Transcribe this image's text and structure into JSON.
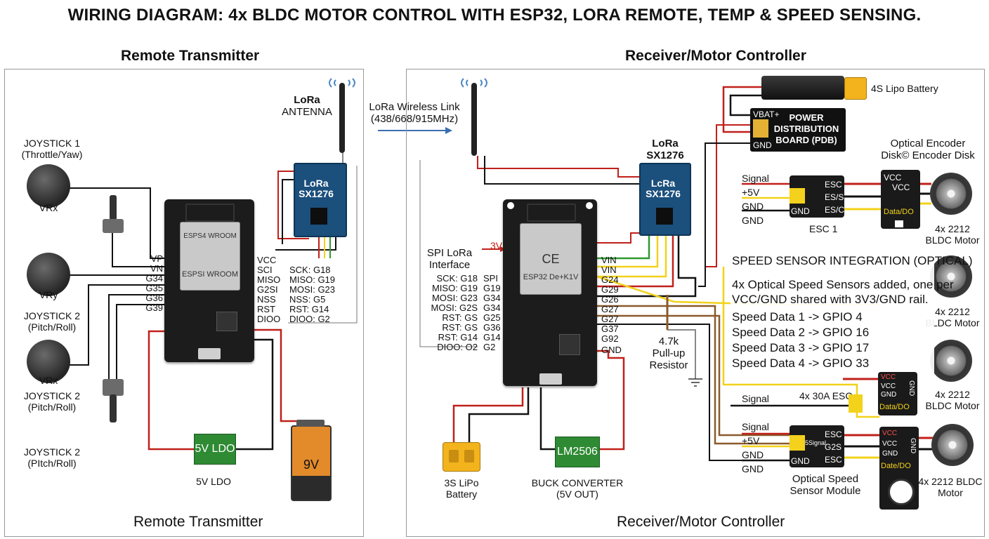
{
  "title": "WIRING DIAGRAM: 4x BLDC MOTOR CONTROL WITH ESP32, LORA REMOTE, TEMP & SPEED SENSING.",
  "remote": {
    "heading": "Remote Transmitter",
    "footer": "Remote Transmitter",
    "joy1_label": "JOYSTICK 1",
    "joy1_sub": "(Throttle/Yaw)",
    "joy1_axis": "VRx",
    "joy2_axis": "VRy",
    "joy2_label": "JOYSTICK 2",
    "joy2_sub": "(Pitch/Roll)",
    "joy3_axis": "VRx",
    "joy3_label": "JOYSTICK 2",
    "joy3_sub": "(Pitch/Roll)",
    "joy4_label": "JOYSTICK 2",
    "joy4_sub": "(PItch/Roll)",
    "esp_shield_top": "ESPS4 WROOM",
    "esp_shield_main": "ESPSI WROOM",
    "esp_pins": [
      "VP",
      "VN",
      "G34",
      "G35",
      "G36",
      "G39"
    ],
    "lora_pins": [
      "VCC",
      "SCI",
      "MISO",
      "G2SI",
      "NSS",
      "RST",
      "DIOO"
    ],
    "spi_map": [
      "SCK: G18",
      "MISO: G19",
      "MOSI: G23",
      "NSS: G5",
      "RST: G14",
      "DIOO: G2"
    ],
    "antenna_title": "LoRa",
    "antenna_sub": "ANTENNA",
    "lora_module": "LoRa SX1276",
    "ldo_box": "5V LDO",
    "ldo_label": "5V LDO",
    "battery": "9V"
  },
  "link": {
    "label": "LoRa Wireless Link",
    "freq": "(438/668/915MHz)"
  },
  "receiver": {
    "heading": "Receiver/Motor Controller",
    "footer": "Receiver/Motor Controller",
    "lora_title": "LoRa",
    "lora_sub": "SX1276",
    "lora_module": "LcRa SX1276",
    "esp_shield_main": "ESP32 De+K1V",
    "spi_title": "SPI LoRa",
    "spi_sub": "Interface",
    "spi_header": "SPI",
    "spi_map": [
      "SCK: G18",
      "MISO: G19",
      "MOSI: G23",
      "MOSI: G2S",
      "RST: GS",
      "RST: GS",
      "RST: G14",
      "DIOO: O2"
    ],
    "spi_pins": [
      "G19",
      "G34",
      "G34",
      "G25",
      "G36",
      "G14",
      "G2"
    ],
    "esp_right_pins": [
      "VIN",
      "VIN",
      "G24",
      "G29",
      "G26",
      "G27",
      "G27",
      "G37",
      "G92"
    ],
    "gnd_pin": "GND",
    "v_label": "3V",
    "lipo3s": "3S LiPo",
    "lipo3s_sub": "Battery",
    "buck_box": "LM2506",
    "buck_label": "BUCK CONVERTER",
    "buck_sub": "(5V OUT)",
    "resistor_value": "4.7k",
    "resistor_label": "Pull-up",
    "resistor_sub": "Resistor",
    "lipo4s": "4S Lipo Battery",
    "pdb_vbat": "VBAT+",
    "pdb_gnd": "GND",
    "pdb_title": "POWER DISTRIBUTION BOARD (PDB)",
    "encoder_title": "Optical Encoder",
    "encoder_sub": "Disk© Encoder Disk",
    "esc1_signal": "Signal",
    "esc1_5v": "+5V",
    "esc1_gnd1": "GND",
    "esc1_gnd2": "GND",
    "esc1_label": "ESC 1",
    "esc1_pins": [
      "ESC",
      "ES/S",
      "ES/C"
    ],
    "enc_pins": [
      "VCC",
      "VCC",
      "Data/DO"
    ],
    "motor1": "4x 2212",
    "motor1_sub": "BLDC Motor",
    "motor2": "4x 2212",
    "motor2_sub": "BLDC Motor",
    "motor3": "4x 2212",
    "motor3_sub": "BLDC Motor",
    "motor4": "4x 2212 BLDC",
    "motor4_sub": "Motor",
    "info_title": "SPEED SENSOR INTEGRATION (OPTICAL)",
    "info_line1": "4x Optical Speed Sensors added, one per",
    "info_line2": "VCC/GND shared with 3V3/GND rail.",
    "info_items": [
      "Speed Data 1 -> GPIO 4",
      "Speed Data 2 -> GPIO 16",
      "Speed Data 3 -> GPIO 17",
      "Speed Data 4 -> GPIO 33"
    ],
    "esc30_label": "4x 30A ESC",
    "esc30_signal": "Signal",
    "esc30_pins": [
      "VCC",
      "VCC",
      "GND"
    ],
    "esc30_data": "Data/DO",
    "esc30_gnd": "GND",
    "esc2_signal": "Signal",
    "esc2_5v": "+5V",
    "esc2_gnd1": "GND",
    "esc2_gnd2": "GND",
    "esc2_pins": [
      "ESC",
      "G2S",
      "ESC"
    ],
    "esc2_inner": "5Signal",
    "esc2_gnd_pin": "GND",
    "sensor_pins": [
      "VCC",
      "VCC",
      "GND"
    ],
    "sensor_data": "Date/DO",
    "sensor_gnd": "GND",
    "sensor_label": "Optical Speed",
    "sensor_sub": "Sensor Module"
  },
  "colors": {
    "wire_red": "#c0201a",
    "wire_black": "#111111",
    "wire_yellow": "#f2d21a",
    "wire_green": "#2f9a2f",
    "wire_brown": "#8a5a2b",
    "wire_blue": "#3a6fb0",
    "lora_board": "#1b4f7c",
    "ldo_green": "#2e8a33",
    "battery_orange": "#e38a2b",
    "xt60_yellow": "#f3b31c"
  }
}
